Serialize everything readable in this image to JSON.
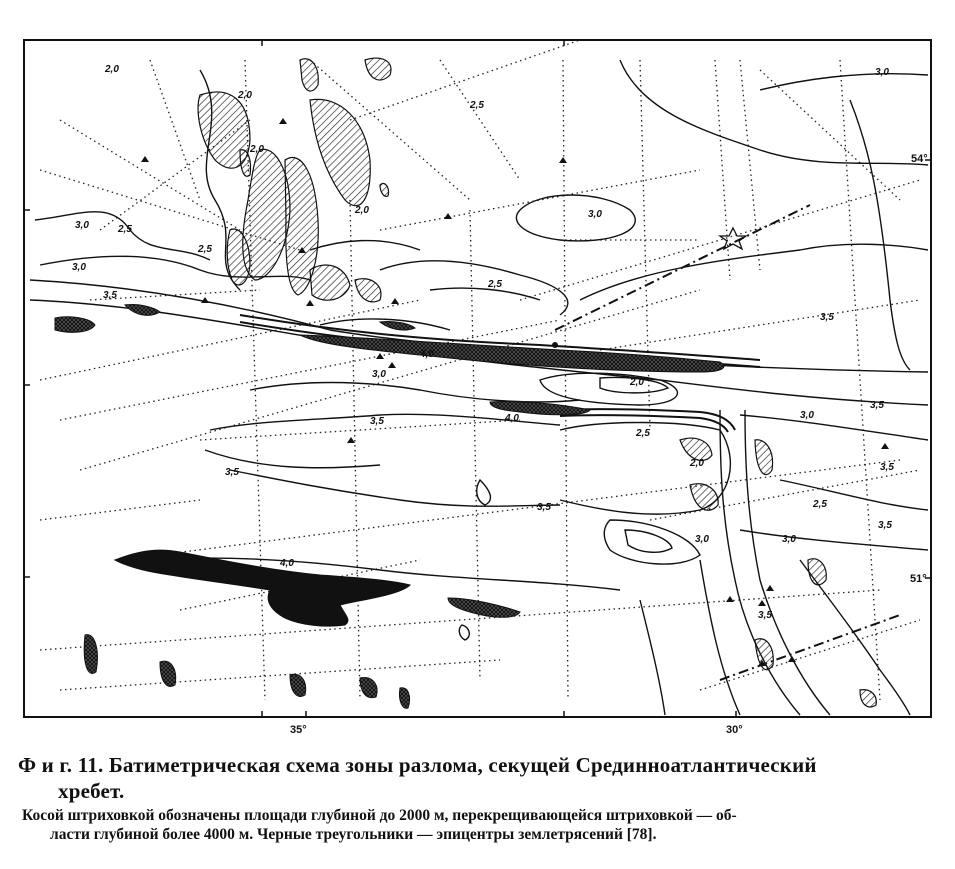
{
  "figure": {
    "depth_labels": {
      "d20": "2,0",
      "d25": "2,5",
      "d30": "3,0",
      "d35": "3,5",
      "d40": "4,0"
    },
    "latitude_labels": [
      "54°",
      "51°"
    ],
    "longitude_labels": [
      "35°",
      "30°"
    ],
    "reference_marker": "[78]"
  },
  "caption": {
    "title_line1": "Ф и г. 11. Батиметрическая схема зоны разлома, секущей Срединноатлантический",
    "title_line2": "хребет.",
    "body_line1": "Косой штриховкой обозначены площади глубиной до 2000 м, перекрещивающейся штриховкой — об-",
    "body_line2": "ласти глубиной более 4000 м. Черные треугольники — эпицентры землетрясений [78]."
  }
}
